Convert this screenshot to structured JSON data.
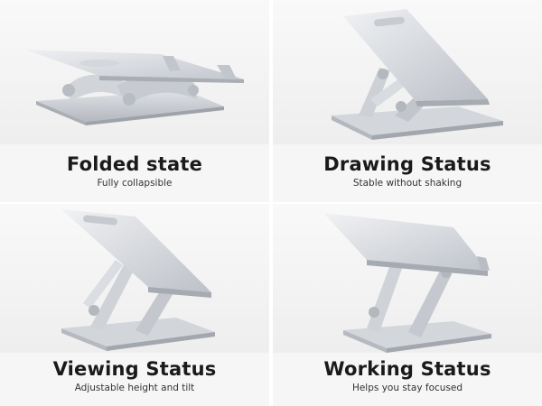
{
  "panels": [
    {
      "title": "Folded state",
      "subtitle": "Fully collapsible"
    },
    {
      "title": "Drawing Status",
      "subtitle": "Stable without shaking"
    },
    {
      "title": "Viewing Status",
      "subtitle": "Adjustable height and tilt"
    },
    {
      "title": "Working Status",
      "subtitle": "Helps you stay focused"
    }
  ],
  "colors": {
    "aluminum_light": "#e4e6ea",
    "aluminum_mid": "#c9ccd2",
    "aluminum_dark": "#a7abb3",
    "background": "#f6f6f6"
  }
}
